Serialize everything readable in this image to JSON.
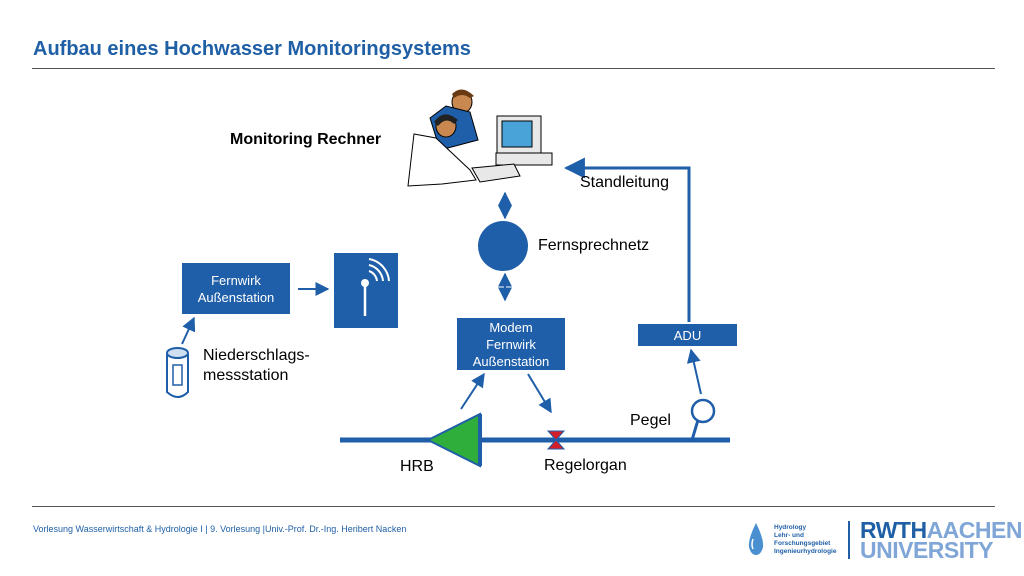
{
  "title": "Aufbau eines Hochwasser Monitoringsystems",
  "labels": {
    "monitoring_rechner": "Monitoring Rechner",
    "standleitung": "Standleitung",
    "fernsprechnetz": "Fernsprechnetz",
    "niederschlags_line1": "Niederschlags-",
    "niederschlags_line2": "messstation",
    "pegel": "Pegel",
    "hrb": "HRB",
    "regelorgan": "Regelorgan"
  },
  "boxes": {
    "fernwirk_line1": "Fernwirk",
    "fernwirk_line2": "Außenstation",
    "modem_line1": "Modem",
    "modem_line2": "Fernwirk",
    "modem_line3": "Außenstation",
    "adu": "ADU"
  },
  "footer": "Vorlesung Wasserwirtschaft & Hydrologie I | 9. Vorlesung |Univ.-Prof. Dr.-Ing. Heribert Nacken",
  "logo": {
    "line1": "Hydrology",
    "line2": "Lehr- und",
    "line3": "Forschungsgebiet",
    "line4": "Ingenieurhydrologie",
    "rwth_part1": "RWTH",
    "rwth_part2": "AACHEN",
    "rwth_line2": "UNIVERSITY"
  },
  "colors": {
    "title": "#1f5fa6",
    "box_fill": "#1f5ea8",
    "arrow": "#1f5ea8",
    "hrb_triangle": "#2fae3b",
    "valve": "#d31f2a"
  }
}
